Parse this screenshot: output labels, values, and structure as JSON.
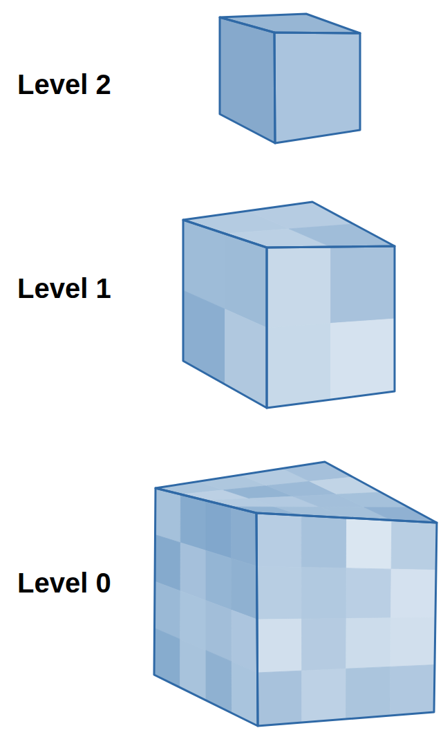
{
  "diagram": {
    "labels": [
      "Level 2",
      "Level 1",
      "Level 0"
    ]
  }
}
